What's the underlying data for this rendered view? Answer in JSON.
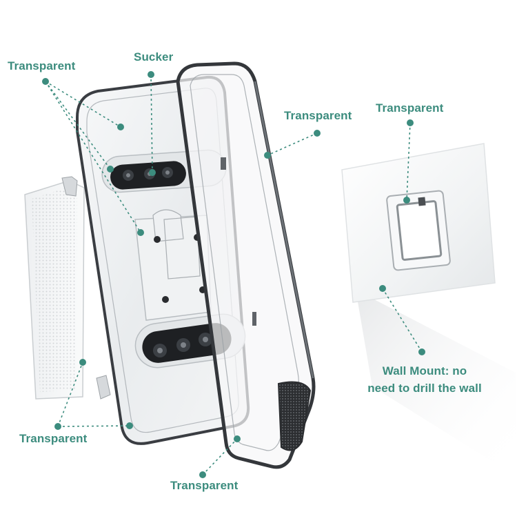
{
  "labels": {
    "transparent_top_left": "Transparent",
    "sucker": "Sucker",
    "transparent_top_right": "Transparent",
    "transparent_wall_pad": "Transparent",
    "wall_mount_line1": "Wall Mount: no",
    "wall_mount_line2": "need to drill the wall",
    "transparent_bottom_left": "Transparent",
    "transparent_bottom": "Transparent"
  },
  "colors": {
    "accent": "#3c8c7e",
    "frame": "#3a3d42",
    "background": "#ffffff"
  }
}
